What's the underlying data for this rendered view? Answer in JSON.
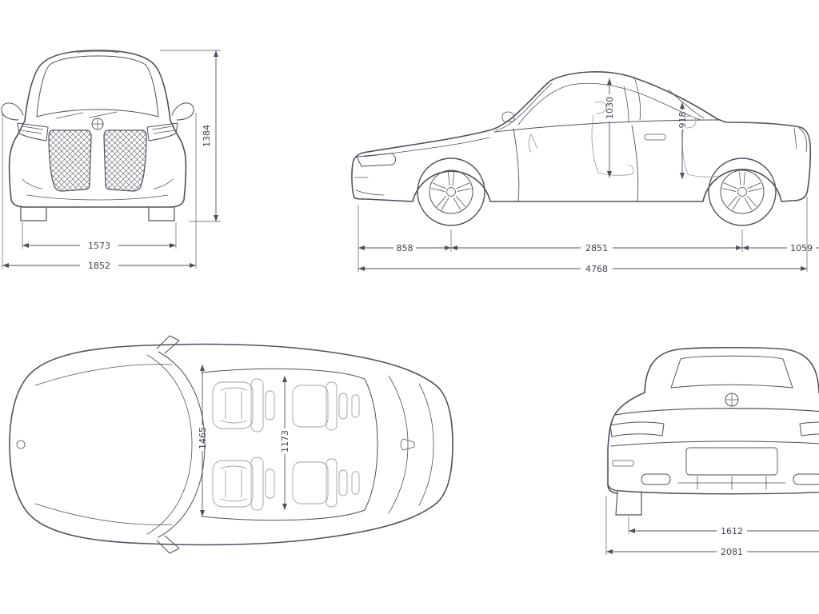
{
  "colors": {
    "line": "#4d525c",
    "dimension_text": "#3f434c",
    "seat_line": "#9ba1a9",
    "background": "#ffffff"
  },
  "views": {
    "front": {
      "height": "1384",
      "track_width": "1573",
      "overall_width": "1852"
    },
    "side": {
      "front_headroom": "1030",
      "rear_headroom": "918",
      "front_overhang": "858",
      "wheelbase": "2851",
      "rear_overhang": "1059",
      "overall_length": "4768"
    },
    "top": {
      "front_interior_width": "1465",
      "rear_interior_width": "1173"
    },
    "rear": {
      "track": "1612",
      "overall_width": "2081"
    }
  }
}
